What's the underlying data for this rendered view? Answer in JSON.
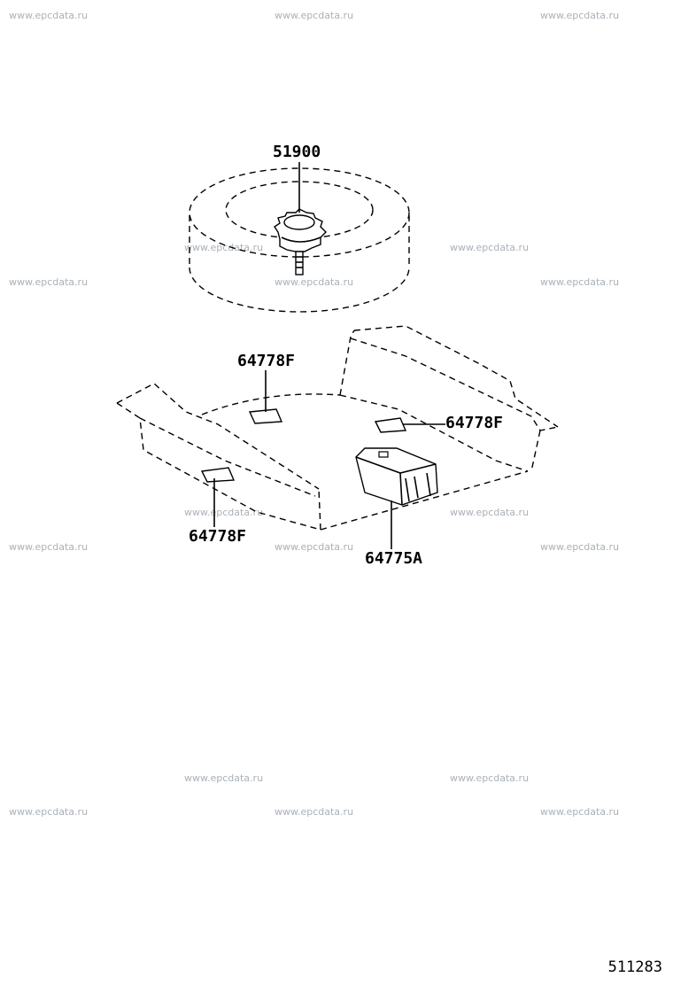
{
  "watermark": "www.epcdata.ru",
  "callouts": {
    "spare_wheel_lock": "51900",
    "pad_upper": "64778F",
    "pad_right": "64778F",
    "pad_left": "64778F",
    "tool_box": "64775A"
  },
  "figure_number": "511283"
}
